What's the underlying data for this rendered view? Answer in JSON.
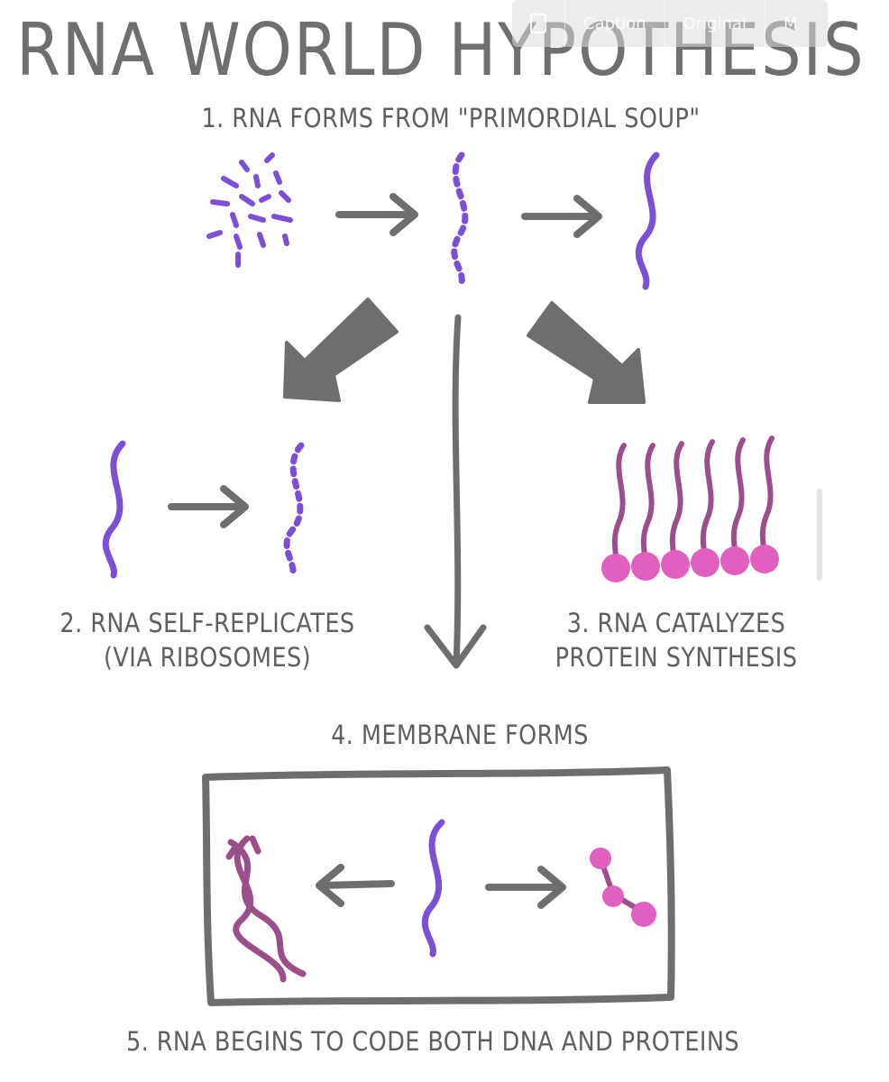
{
  "title": "RNA WORLD HYPOTHESIS",
  "toolbar": {
    "caption_label": "Caption",
    "original_label": "Original",
    "more_label": "M"
  },
  "steps": {
    "step1": "1. RNA FORMS FROM \"PRIMORDIAL SOUP\"",
    "step2_line1": "2. RNA SELF-REPLICATES",
    "step2_line2": "(VIA RIBOSOMES)",
    "step3_line1": "3. RNA CATALYZES",
    "step3_line2": "PROTEIN SYNTHESIS",
    "step4": "4. MEMBRANE FORMS",
    "step5": "5. RNA BEGINS TO CODE BOTH DNA AND PROTEINS"
  },
  "colors": {
    "rna": "#7b4fd6",
    "gray": "#6e6e6e",
    "dna": "#9b4f8a",
    "protein": "#e05fbf",
    "text": "#5f5f5f"
  },
  "icons": [
    "caption-icon"
  ]
}
